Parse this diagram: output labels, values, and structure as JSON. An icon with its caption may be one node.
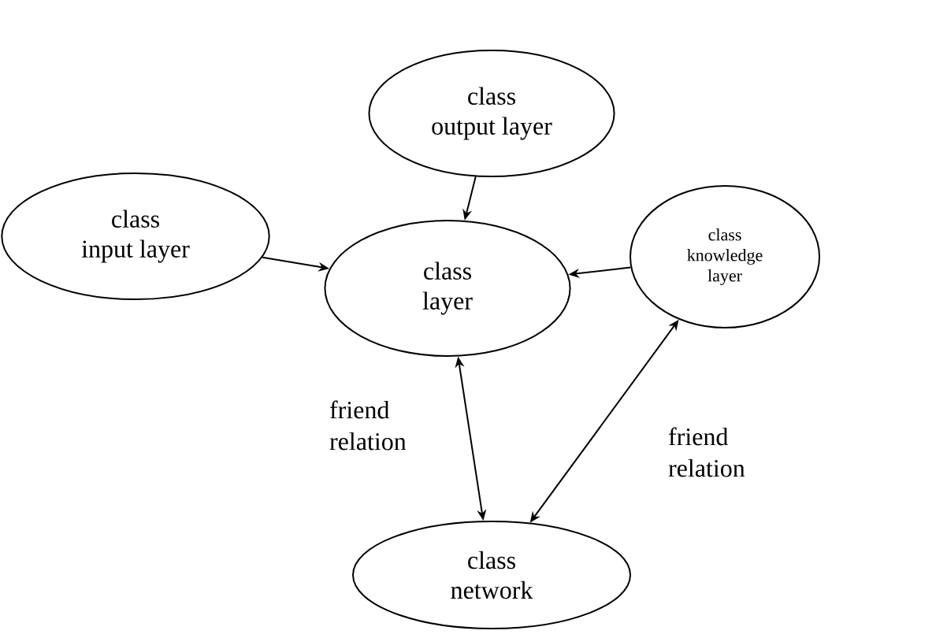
{
  "diagram": {
    "nodes": [
      {
        "text": [
          "class output layer"
        ]
      },
      {
        "text": [
          "class input layer"
        ]
      },
      {
        "text": [
          "class layer"
        ]
      },
      {
        "text": [
          "class knowledge layer"
        ]
      },
      {
        "text": [
          "class network"
        ]
      }
    ],
    "edges": [
      {
        "from": 0,
        "to": 2,
        "arrow": "to"
      },
      {
        "from": 1,
        "to": 2,
        "arrow": "to"
      },
      {
        "from": 3,
        "to": 2,
        "arrow": "to"
      },
      {
        "from": 2,
        "to": 4,
        "arrow": "both",
        "label": "friend relation"
      },
      {
        "from": 4,
        "to": 3,
        "arrow": "both",
        "label": "friend relation"
      }
    ]
  }
}
